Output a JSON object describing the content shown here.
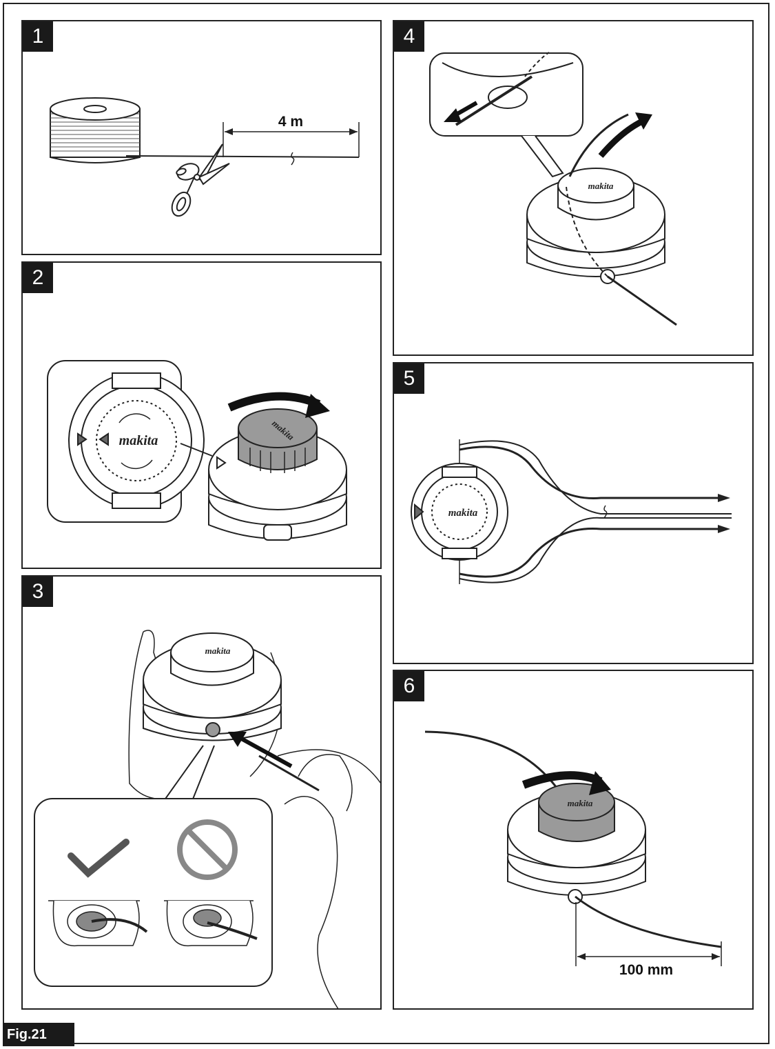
{
  "figure": {
    "label": "Fig.21"
  },
  "panels": [
    {
      "step": "1",
      "dimension": "4 m"
    },
    {
      "step": "2",
      "brand": "makita"
    },
    {
      "step": "3",
      "brand": "makita"
    },
    {
      "step": "4",
      "brand": "makita"
    },
    {
      "step": "5",
      "brand": "makita"
    },
    {
      "step": "6",
      "brand": "makita",
      "dimension": "100 mm"
    }
  ],
  "icons": [
    "scissors-icon",
    "rotate-arrow-icon",
    "check-mark-icon",
    "prohibited-icon",
    "pull-arrow-icon"
  ]
}
